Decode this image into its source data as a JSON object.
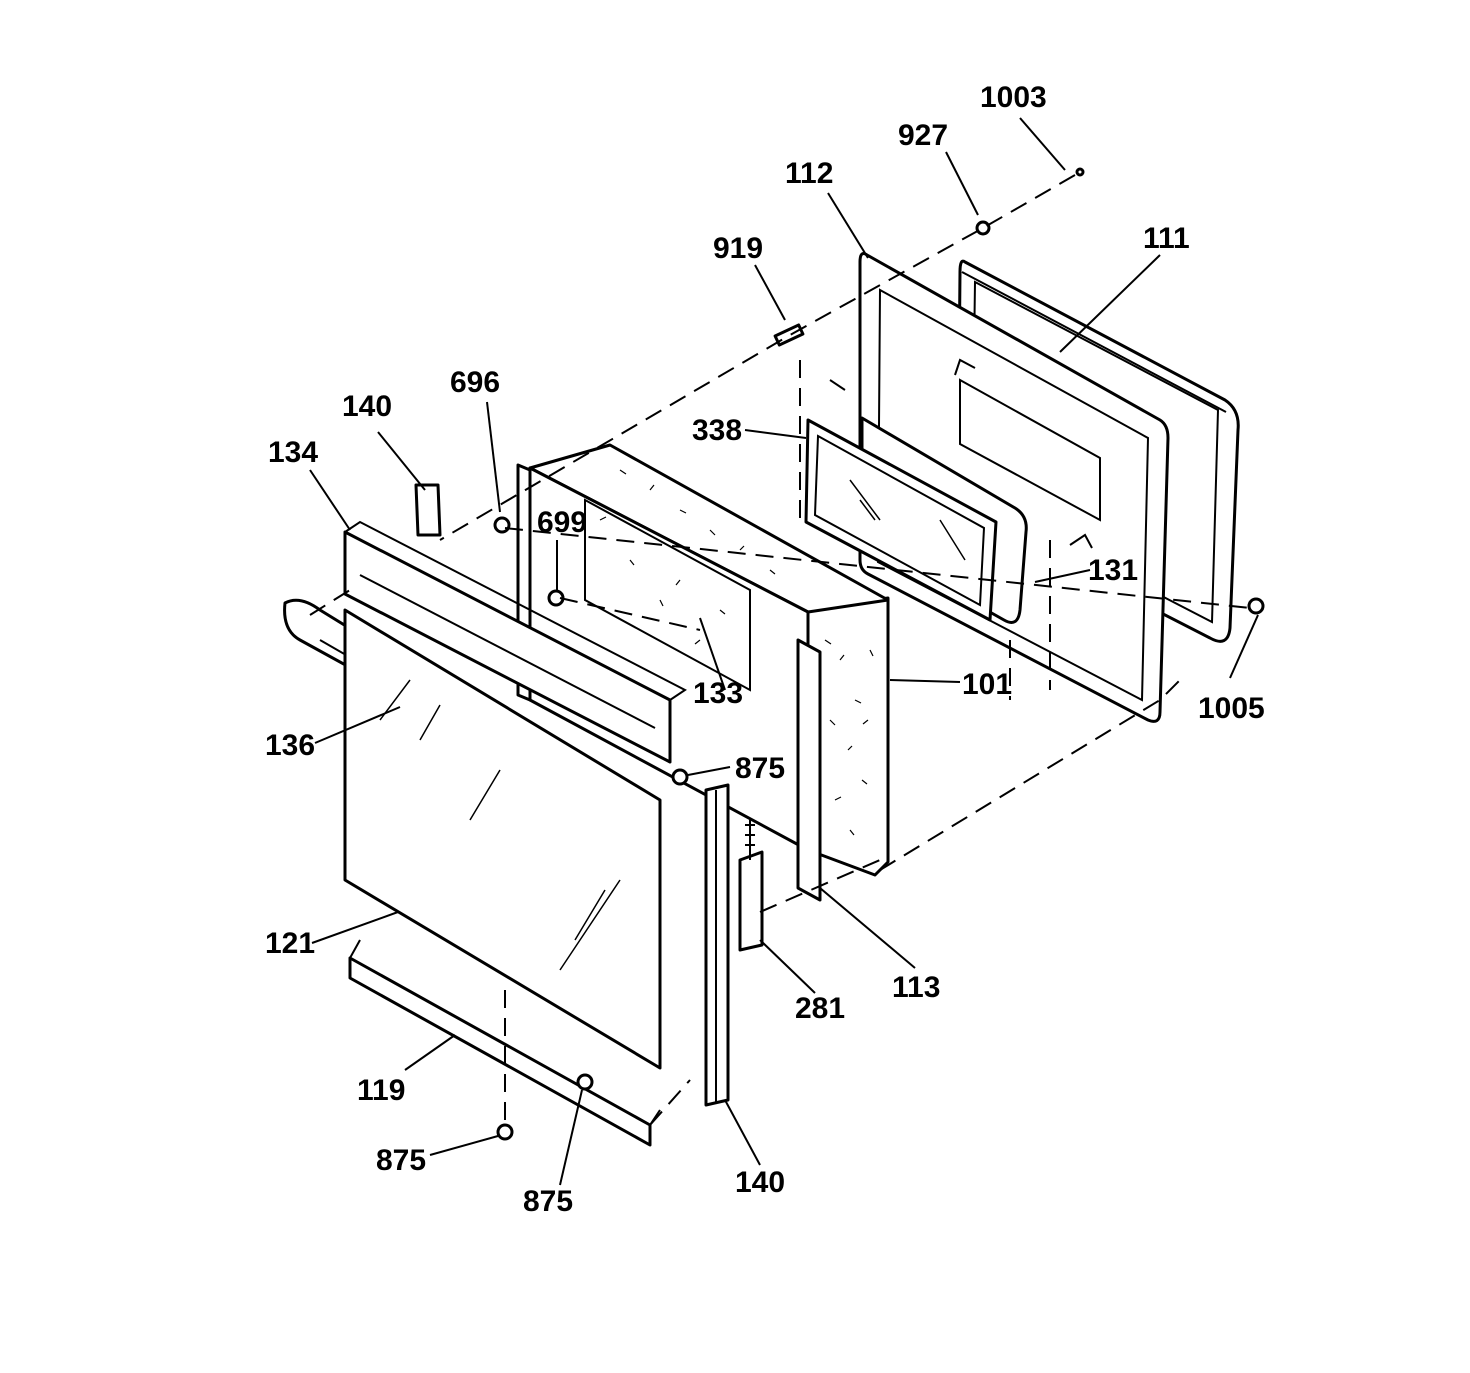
{
  "labels": {
    "l1003": "1003",
    "l927": "927",
    "l112": "112",
    "l111": "111",
    "l919": "919",
    "l696": "696",
    "l140_top": "140",
    "l134": "134",
    "l338": "338",
    "l699": "699",
    "l131": "131",
    "l101": "101",
    "l1005": "1005",
    "l133": "133",
    "l136": "136",
    "l875_mid": "875",
    "l121": "121",
    "l113": "113",
    "l281": "281",
    "l119": "119",
    "l875_left": "875",
    "l875_bottom": "875",
    "l140_bottom": "140"
  }
}
